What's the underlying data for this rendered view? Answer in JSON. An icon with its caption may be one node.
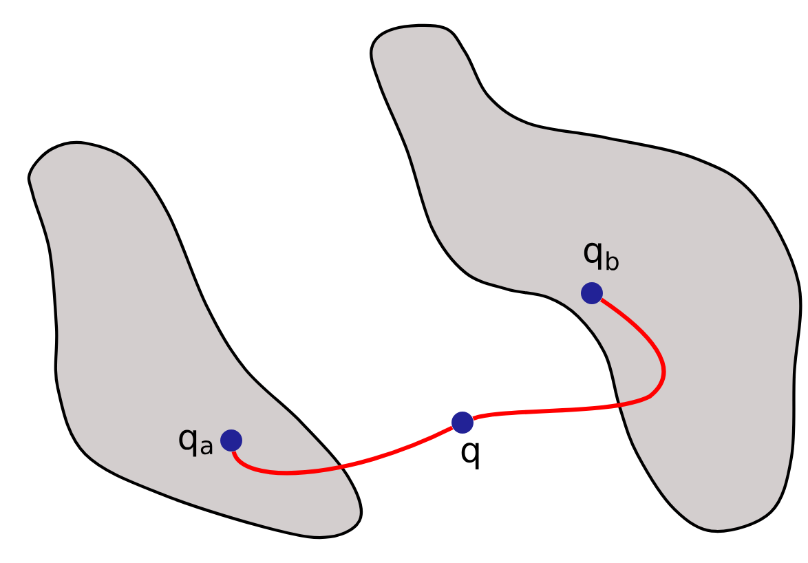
{
  "diagram": {
    "nodes": [
      {
        "text": [],
        "shape": "circle",
        "beside": [
          "q$_{a}$"
        ]
      },
      {
        "text": [],
        "shape": "circle",
        "beside": [
          "q"
        ]
      },
      {
        "text": [],
        "shape": "circle",
        "beside": [
          "q$_{b}$"
        ]
      }
    ],
    "edges": [
      {
        "from": 0,
        "to": 1,
        "arrow": "none"
      },
      {
        "from": 1,
        "to": 2,
        "arrow": "none"
      }
    ]
  }
}
